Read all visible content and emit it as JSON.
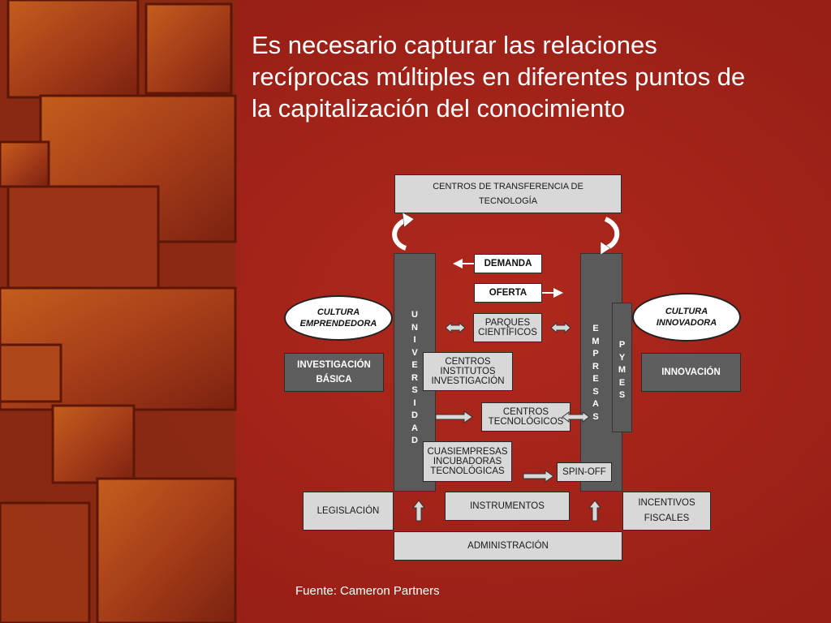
{
  "title": {
    "line1": "Es necesario capturar las relaciones",
    "line2": "recíprocas múltiples en diferentes puntos de",
    "line3": "la capitalización del conocimiento"
  },
  "diagram": {
    "centros_transferencia": {
      "line1": "CENTROS DE TRANSFERENCIA DE",
      "line2": "TECNOLOGÍA"
    },
    "demanda": "DEMANDA",
    "oferta": "OFERTA",
    "universidad_letters": [
      "U",
      "N",
      "I",
      "V",
      "E",
      "R",
      "S",
      "I",
      "D",
      "A",
      "D"
    ],
    "empresas_letters": [
      "E",
      "M",
      "P",
      "R",
      "E",
      "S",
      "A",
      "S"
    ],
    "pymes_letters": [
      "P",
      "Y",
      "M",
      "E",
      "S"
    ],
    "cultura_emprendedora": {
      "line1": "CULTURA",
      "line2": "EMPRENDEDORA"
    },
    "cultura_innovadora": {
      "line1": "CULTURA",
      "line2": "INNOVADORA"
    },
    "investigacion_basica": {
      "line1": "INVESTIGACIÓN",
      "line2": "BÁSICA"
    },
    "innovacion": "INNOVACIÓN",
    "parques": {
      "line1": "PARQUES",
      "line2": "CIENTÍFICOS"
    },
    "centros_institutos": {
      "line1": "CENTROS",
      "line2": "INSTITUTOS",
      "line3": "INVESTIGACIÓN"
    },
    "centros_tecnologicos": {
      "line1": "CENTROS",
      "line2": "TECNOLÓGICOS"
    },
    "cuasiempresas": {
      "line1": "CUASIEMPRESAS",
      "line2": "INCUBADORAS",
      "line3": "TECNOLÓGICAS"
    },
    "spin_off": "SPIN-OFF",
    "legislacion": "LEGISLACIÓN",
    "instrumentos": "INSTRUMENTOS",
    "incentivos": {
      "line1": "INCENTIVOS",
      "line2": "FISCALES"
    },
    "administracion": "ADMINISTRACIÓN"
  },
  "source": "Fuente: Cameron Partners",
  "colors": {
    "background": "#a8241b",
    "box_dark": "#5e5e5e",
    "box_light": "#d8d8d8"
  }
}
